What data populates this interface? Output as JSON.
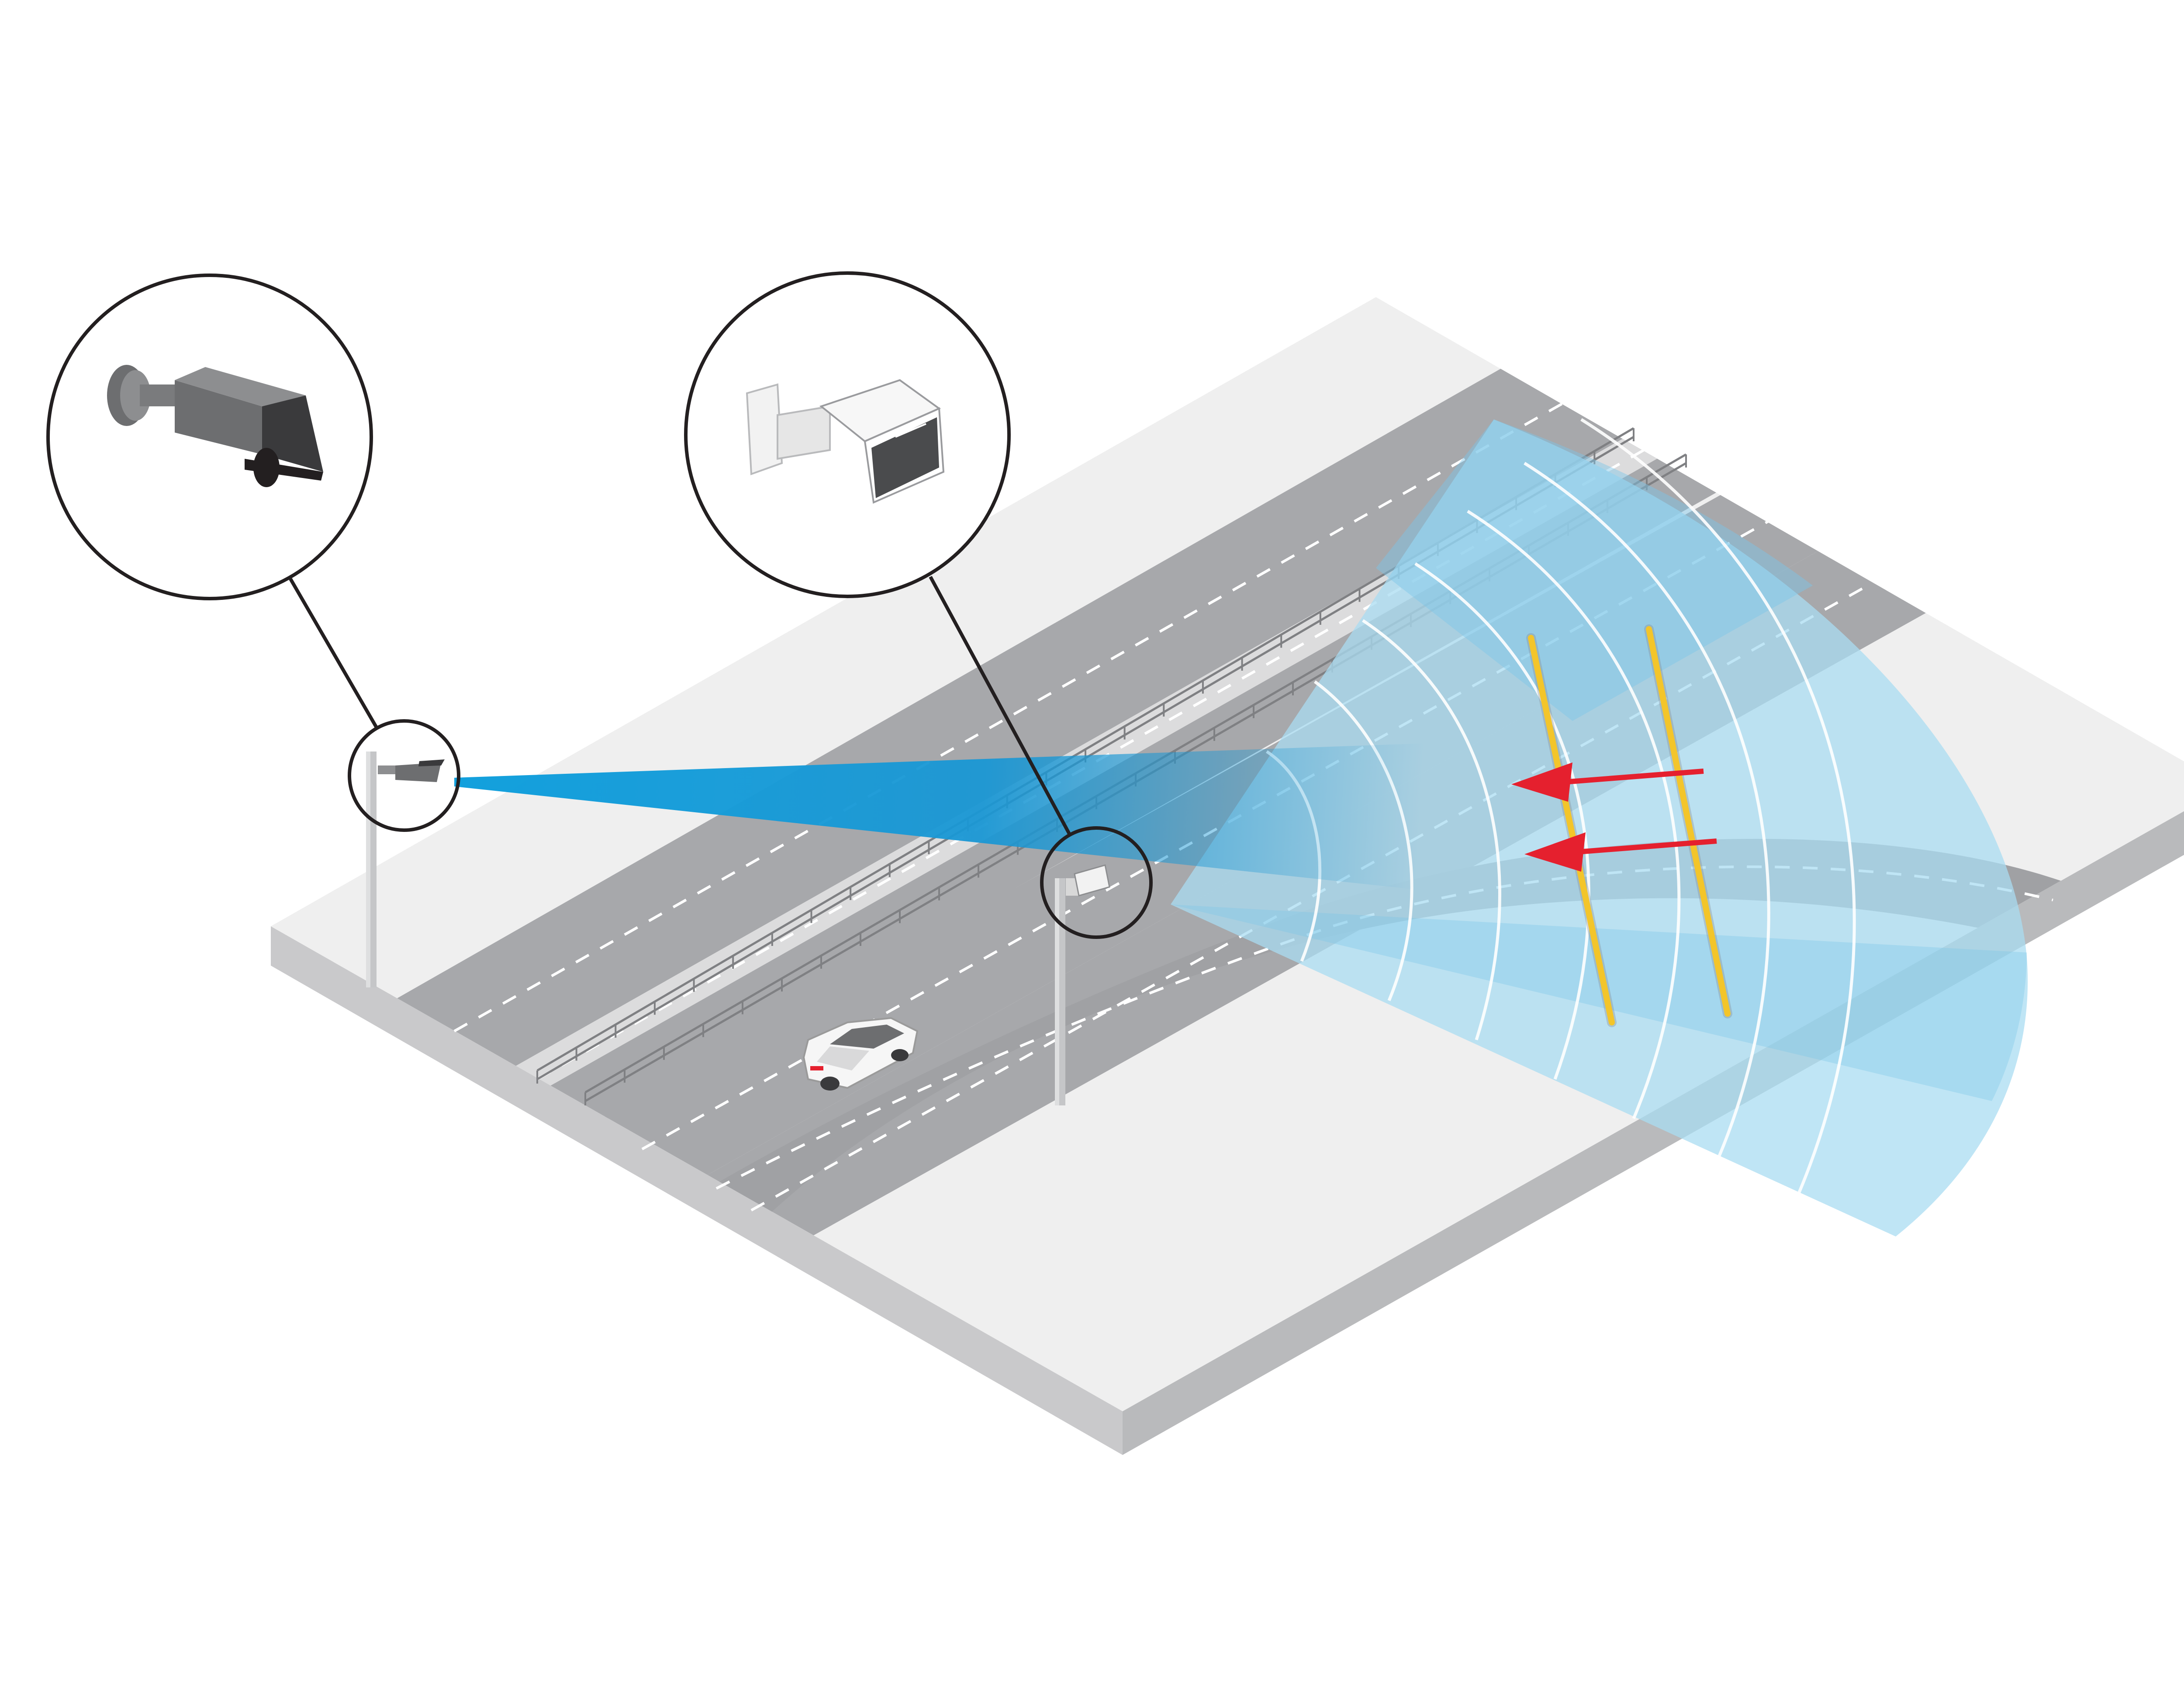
{
  "scene": {
    "caption": "",
    "devices": [
      {
        "id": "bullet-camera",
        "kind": "camera-icon"
      },
      {
        "id": "radar-sensor",
        "kind": "radar-icon"
      }
    ],
    "detection_lines": 2,
    "direction_arrows": 2,
    "colors": {
      "background": "#ffffff",
      "ground_top": "#efefef",
      "ground_side": "#c9c9cb",
      "road": "#a7a8ab",
      "road_dark": "#9a9b9e",
      "lane_dash": "#ffffff",
      "camera_beam": "#1aa0dc",
      "radar_field": "#a9dcf2",
      "radar_field_dark": "#7cc6e8",
      "detection_line": "#f3c52a",
      "arrow": "#e5202e",
      "callout_stroke": "#231f20",
      "pole": "#c5c6c8"
    }
  }
}
